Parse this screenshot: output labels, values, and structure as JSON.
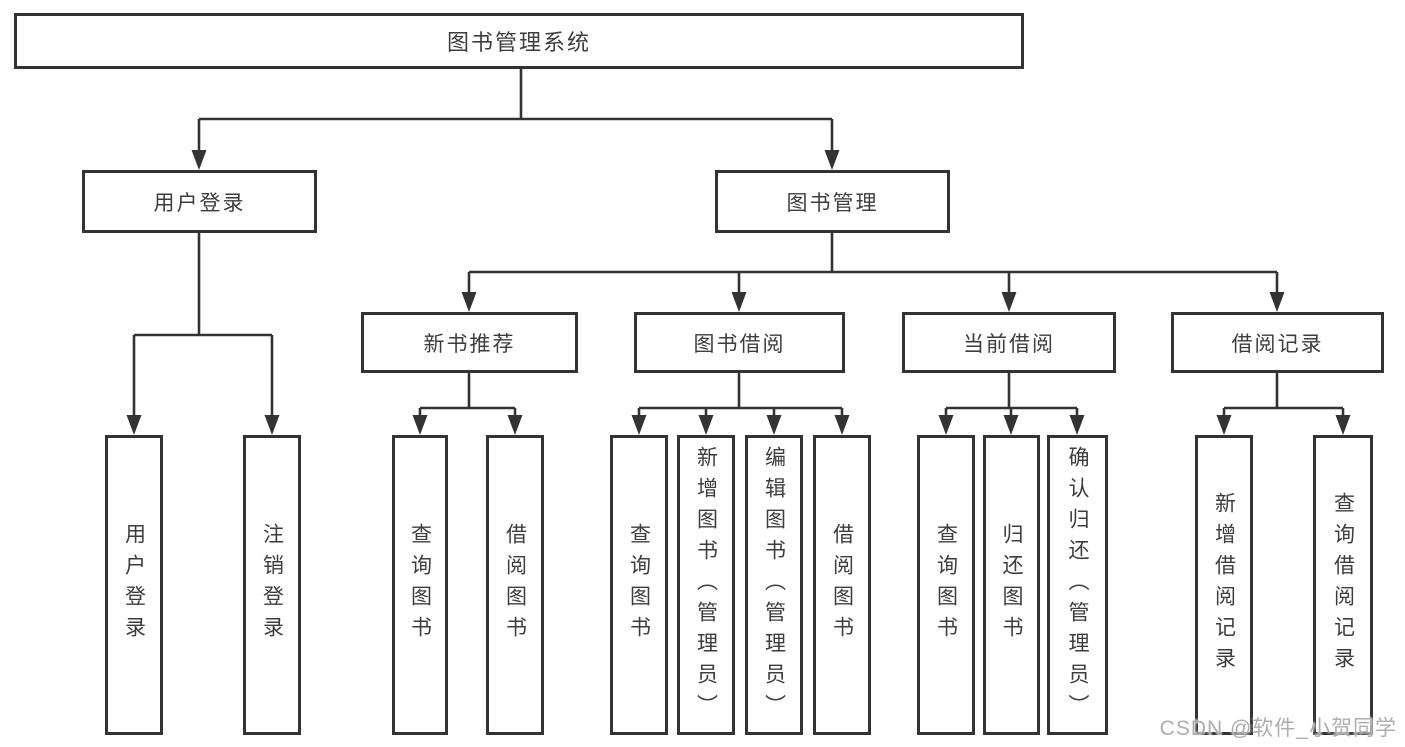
{
  "tree": {
    "root": {
      "label": "图书管理系统"
    },
    "branches": [
      {
        "label": "用户登录",
        "children": [
          {
            "label": "用户登录"
          },
          {
            "label": "注销登录"
          }
        ]
      },
      {
        "label": "图书管理",
        "sections": [
          {
            "label": "新书推荐",
            "children": [
              {
                "label": "查询图书"
              },
              {
                "label": "借阅图书"
              }
            ]
          },
          {
            "label": "图书借阅",
            "children": [
              {
                "label": "查询图书"
              },
              {
                "label": "新增图书（管理员）"
              },
              {
                "label": "编辑图书（管理员）"
              },
              {
                "label": "借阅图书"
              }
            ]
          },
          {
            "label": "当前借阅",
            "children": [
              {
                "label": "查询图书"
              },
              {
                "label": "归还图书"
              },
              {
                "label": "确认归还（管理员）"
              }
            ]
          },
          {
            "label": "借阅记录",
            "children": [
              {
                "label": "新增借阅记录"
              },
              {
                "label": "查询借阅记录"
              }
            ]
          }
        ]
      }
    ]
  },
  "watermark": "CSDN @软件_小贺同学",
  "colors": {
    "line": "#333333",
    "box_border": "#333333",
    "text": "#3d3d3d",
    "watermark": "#adadad",
    "background": "#ffffff"
  }
}
